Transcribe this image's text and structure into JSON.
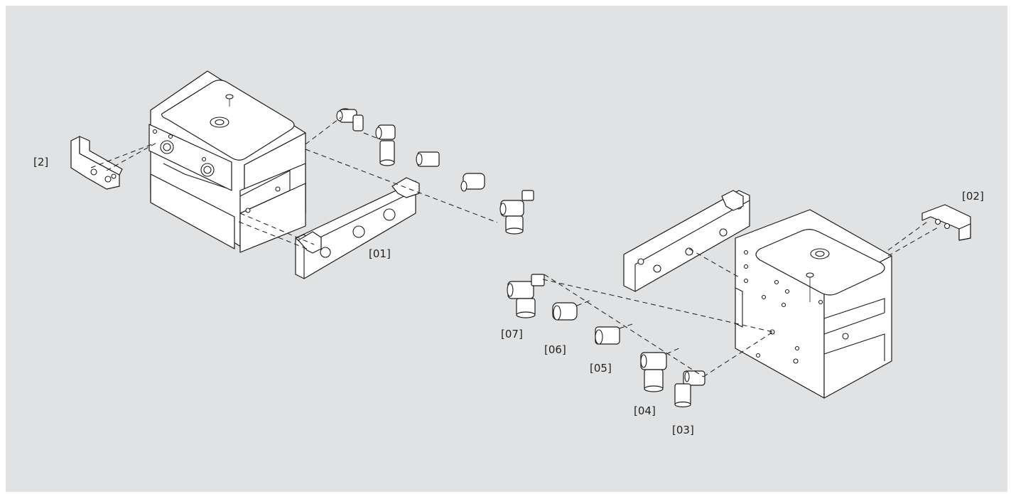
{
  "labels": {
    "part_2": "[2]",
    "part_01": "[01]",
    "part_02": "[02]",
    "part_03": "[03]",
    "part_04": "[04]",
    "part_05": "[05]",
    "part_06": "[06]",
    "part_07": "[07]"
  },
  "colors": {
    "background": "#e1e2e3",
    "line": "#1a1a1a",
    "part_fill": "#ffffff"
  }
}
